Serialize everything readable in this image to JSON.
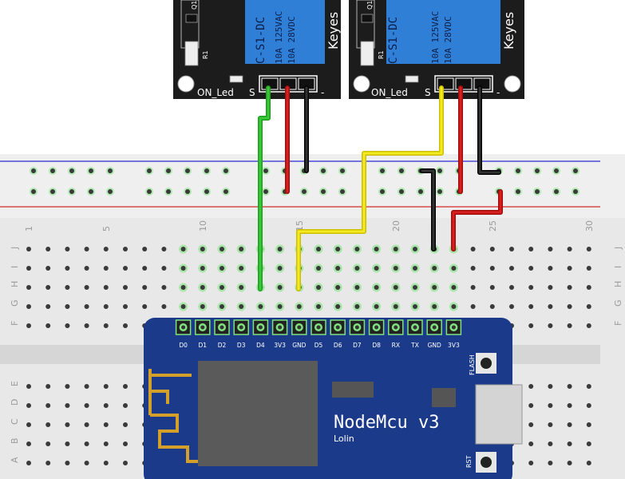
{
  "relay_modules": [
    {
      "brand": "Keyes",
      "spec_line1": "10A 125VAC",
      "spec_line2": "10A 28VDC",
      "spec_line3": "C-S1-DC",
      "led_label": "ON_Led",
      "r_label": "R1",
      "q_label": "Q1",
      "pin_signal_label": "S",
      "pin_minus_label": "-"
    },
    {
      "brand": "Keyes",
      "spec_line1": "10A 125VAC",
      "spec_line2": "10A 28VDC",
      "spec_line3": "C-S1-DC",
      "led_label": "ON_Led",
      "r_label": "R1",
      "q_label": "Q1",
      "pin_signal_label": "S",
      "pin_minus_label": "-"
    }
  ],
  "breadboard": {
    "column_numbers": [
      "1",
      "5",
      "10",
      "15",
      "20",
      "25",
      "30"
    ],
    "row_letters_top": [
      "J",
      "I",
      "H",
      "G",
      "F"
    ],
    "row_letters_bottom": [
      "E",
      "D",
      "C",
      "B",
      "A"
    ]
  },
  "nodemcu": {
    "title": "NodeMcu v3",
    "subtitle": "Lolin",
    "pins": [
      "D0",
      "D1",
      "D2",
      "D3",
      "D4",
      "3V3",
      "GND",
      "D5",
      "D6",
      "D7",
      "D8",
      "RX",
      "TX",
      "GND",
      "3V3"
    ],
    "flash_label": "FLASH",
    "rst_label": "RST"
  },
  "colors": {
    "relay_body": "#1c1c1c",
    "relay_coil": "#2f7fd7",
    "breadboard": "#e9e9e9",
    "rail_red": "#d62020",
    "rail_blue": "#2020d6",
    "nodemcu_board": "#1b3a8a",
    "wire_green": "#22b422",
    "wire_red": "#c41010",
    "wire_black": "#111111",
    "wire_yellow": "#f3e400",
    "highlight": "#7fe27f"
  }
}
